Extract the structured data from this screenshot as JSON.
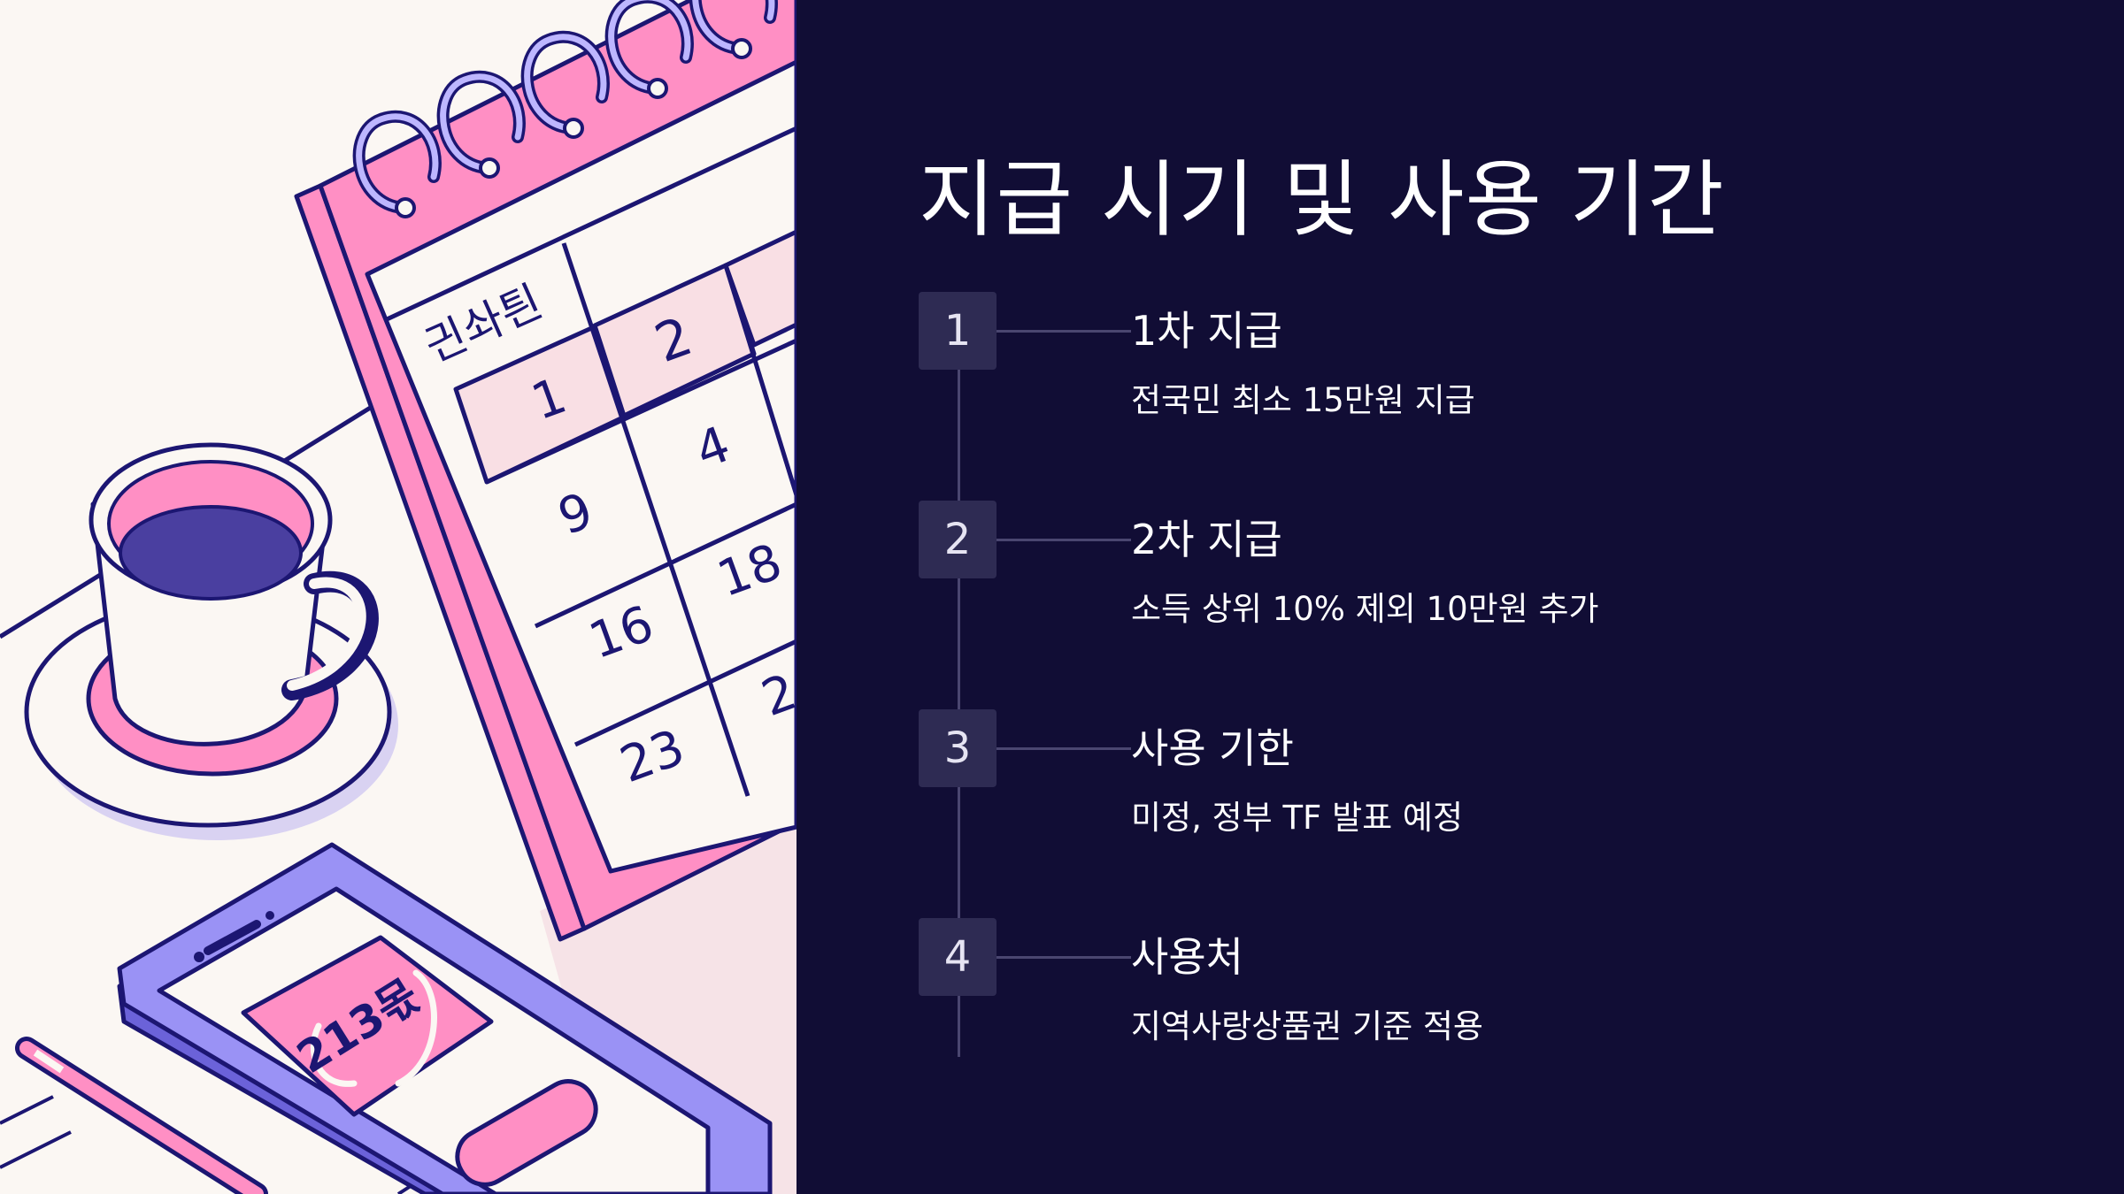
{
  "title": "지급 시기 및 사용 기간",
  "steps": [
    {
      "number": "1",
      "title": "1차 지급",
      "description": "전국민 최소 15만원 지급"
    },
    {
      "number": "2",
      "title": "2차 지급",
      "description": "소득 상위 10% 제외 10만원 추가"
    },
    {
      "number": "3",
      "title": "사용 기한",
      "description": "미정, 정부 TF 발표 예정"
    },
    {
      "number": "4",
      "title": "사용처",
      "description": "지역사랑상품권 기준 적용"
    }
  ],
  "illustration": {
    "calendar_header": "긘솨틘",
    "calendar_dates": [
      "1",
      "2",
      "9",
      "4",
      "16",
      "18",
      "23",
      "2"
    ],
    "phone_screen_text": "213몫"
  },
  "colors": {
    "background": "#110d35",
    "step_box": "#2e2b53",
    "accent_pink": "#ff8fc4",
    "outline": "#1c1672",
    "phone": "#9a92f5"
  }
}
